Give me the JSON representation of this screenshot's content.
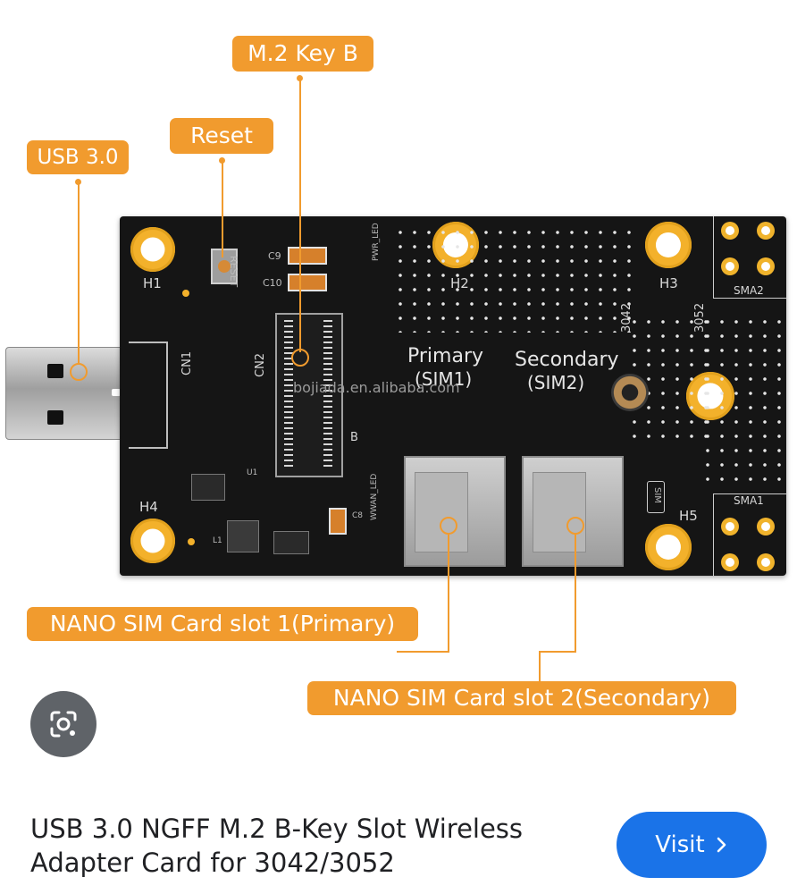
{
  "image": {
    "callouts": {
      "m2": "M.2 Key B",
      "reset": "Reset",
      "usb": "USB 3.0",
      "sim1": "NANO SIM Card slot 1(Primary)",
      "sim2": "NANO SIM Card slot 2(Secondary)"
    },
    "board": {
      "h1": "H1",
      "h2": "H2",
      "h3": "H3",
      "h4": "H4",
      "h5": "H5",
      "reset_silk": "RESET",
      "cn1": "CN1",
      "cn2": "CN2",
      "b": "B",
      "c9": "C9",
      "c10": "C10",
      "c8": "C8",
      "pwr_led": "PWR_LED",
      "wwan_led": "WWAN_LED",
      "primary": "Primary",
      "sim1": "(SIM1)",
      "secondary": "Secondary",
      "sim2": "(SIM2)",
      "watermark": "bojiada.en.alibaba.com",
      "size_3042": "3042",
      "size_3052": "3052",
      "sma2": "SMA2",
      "sma1": "SMA1",
      "sim_tag": "SIM",
      "l1": "L1",
      "u1": "U1"
    }
  },
  "lens": {
    "icon": "lens-camera-icon"
  },
  "caption": {
    "title": "USB 3.0 NGFF M.2 B-Key Slot Wireless Adapter Card for 3042/3052"
  },
  "visit": {
    "label": "Visit",
    "icon": "chevron-right-icon"
  },
  "colors": {
    "accent": "#f19b2e",
    "button": "#1a73e8",
    "pcb": "#151515"
  }
}
